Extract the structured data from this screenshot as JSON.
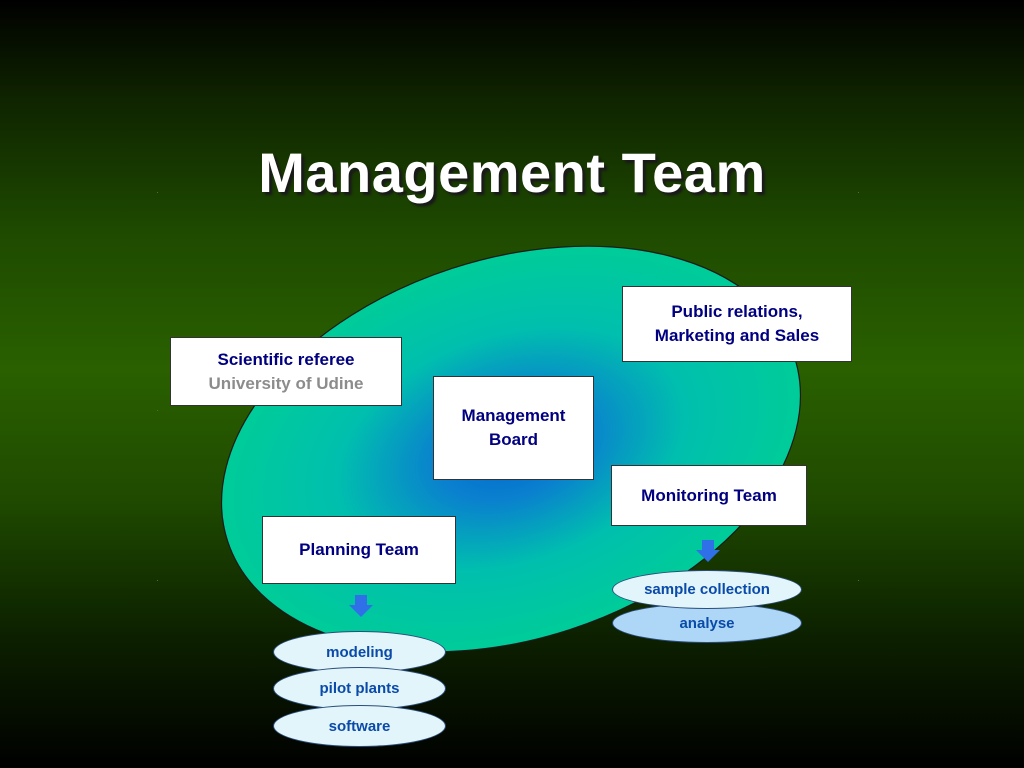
{
  "title": "Management Team",
  "boxes": {
    "scientific_referee": {
      "line1": "Scientific referee",
      "line2": "University of Udine"
    },
    "public_relations": {
      "line1": "Public relations,",
      "line2": "Marketing  and Sales"
    },
    "management_board": {
      "line1": "Management",
      "line2": "Board"
    },
    "monitoring_team": {
      "label": "Monitoring Team"
    },
    "planning_team": {
      "label": "Planning Team"
    }
  },
  "planning_items": [
    "modeling",
    "pilot plants",
    "software"
  ],
  "monitoring_items": [
    "sample collection",
    "analyse"
  ],
  "colors": {
    "box_text": "#000080",
    "subtext": "#8c8c8c",
    "ellipse_outer": "#00cc99",
    "ellipse_center": "#0066cc",
    "arrow": "#2f6fe8",
    "pill_text": "#0a4aa8"
  }
}
